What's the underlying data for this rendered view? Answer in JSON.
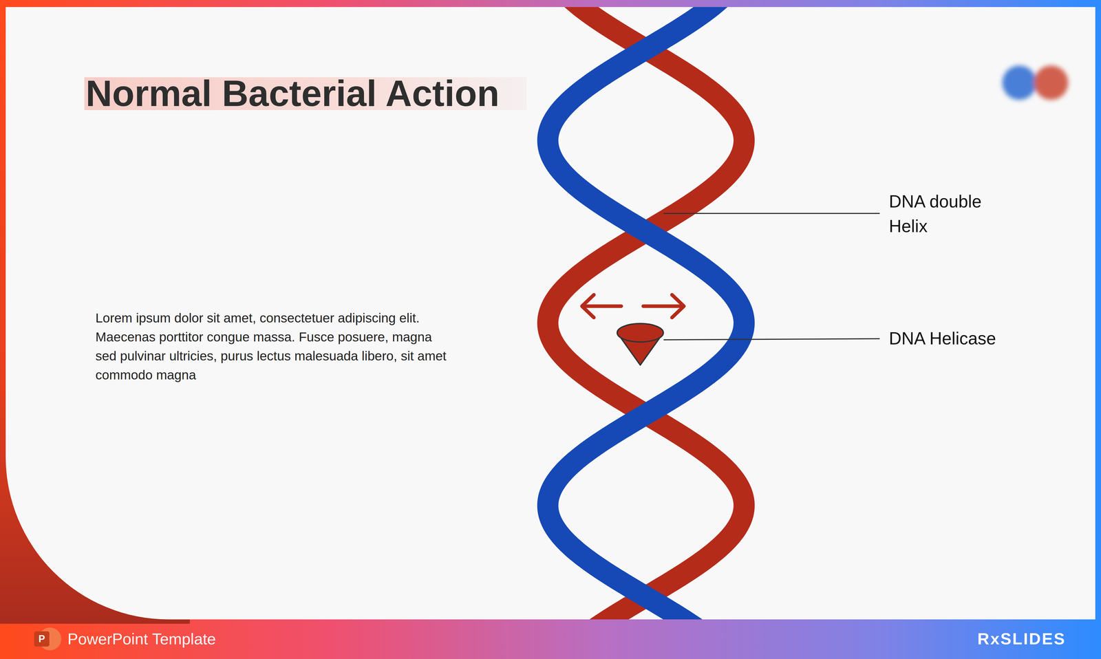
{
  "diagram": {
    "title": "Normal Bacterial Action",
    "labels": [
      "Lorem ipsum dolor sit amet, consectetuer adipiscing elit. Maecenas porttitor congue massa. Fusce posuere, magna sed pulvinar ultricies, purus lectus malesuada libero, sit amet commodo magna",
      "DNA double Helix",
      "DNA Helicase",
      "P",
      "PowerPoint Template",
      "RxSLIDES"
    ]
  }
}
